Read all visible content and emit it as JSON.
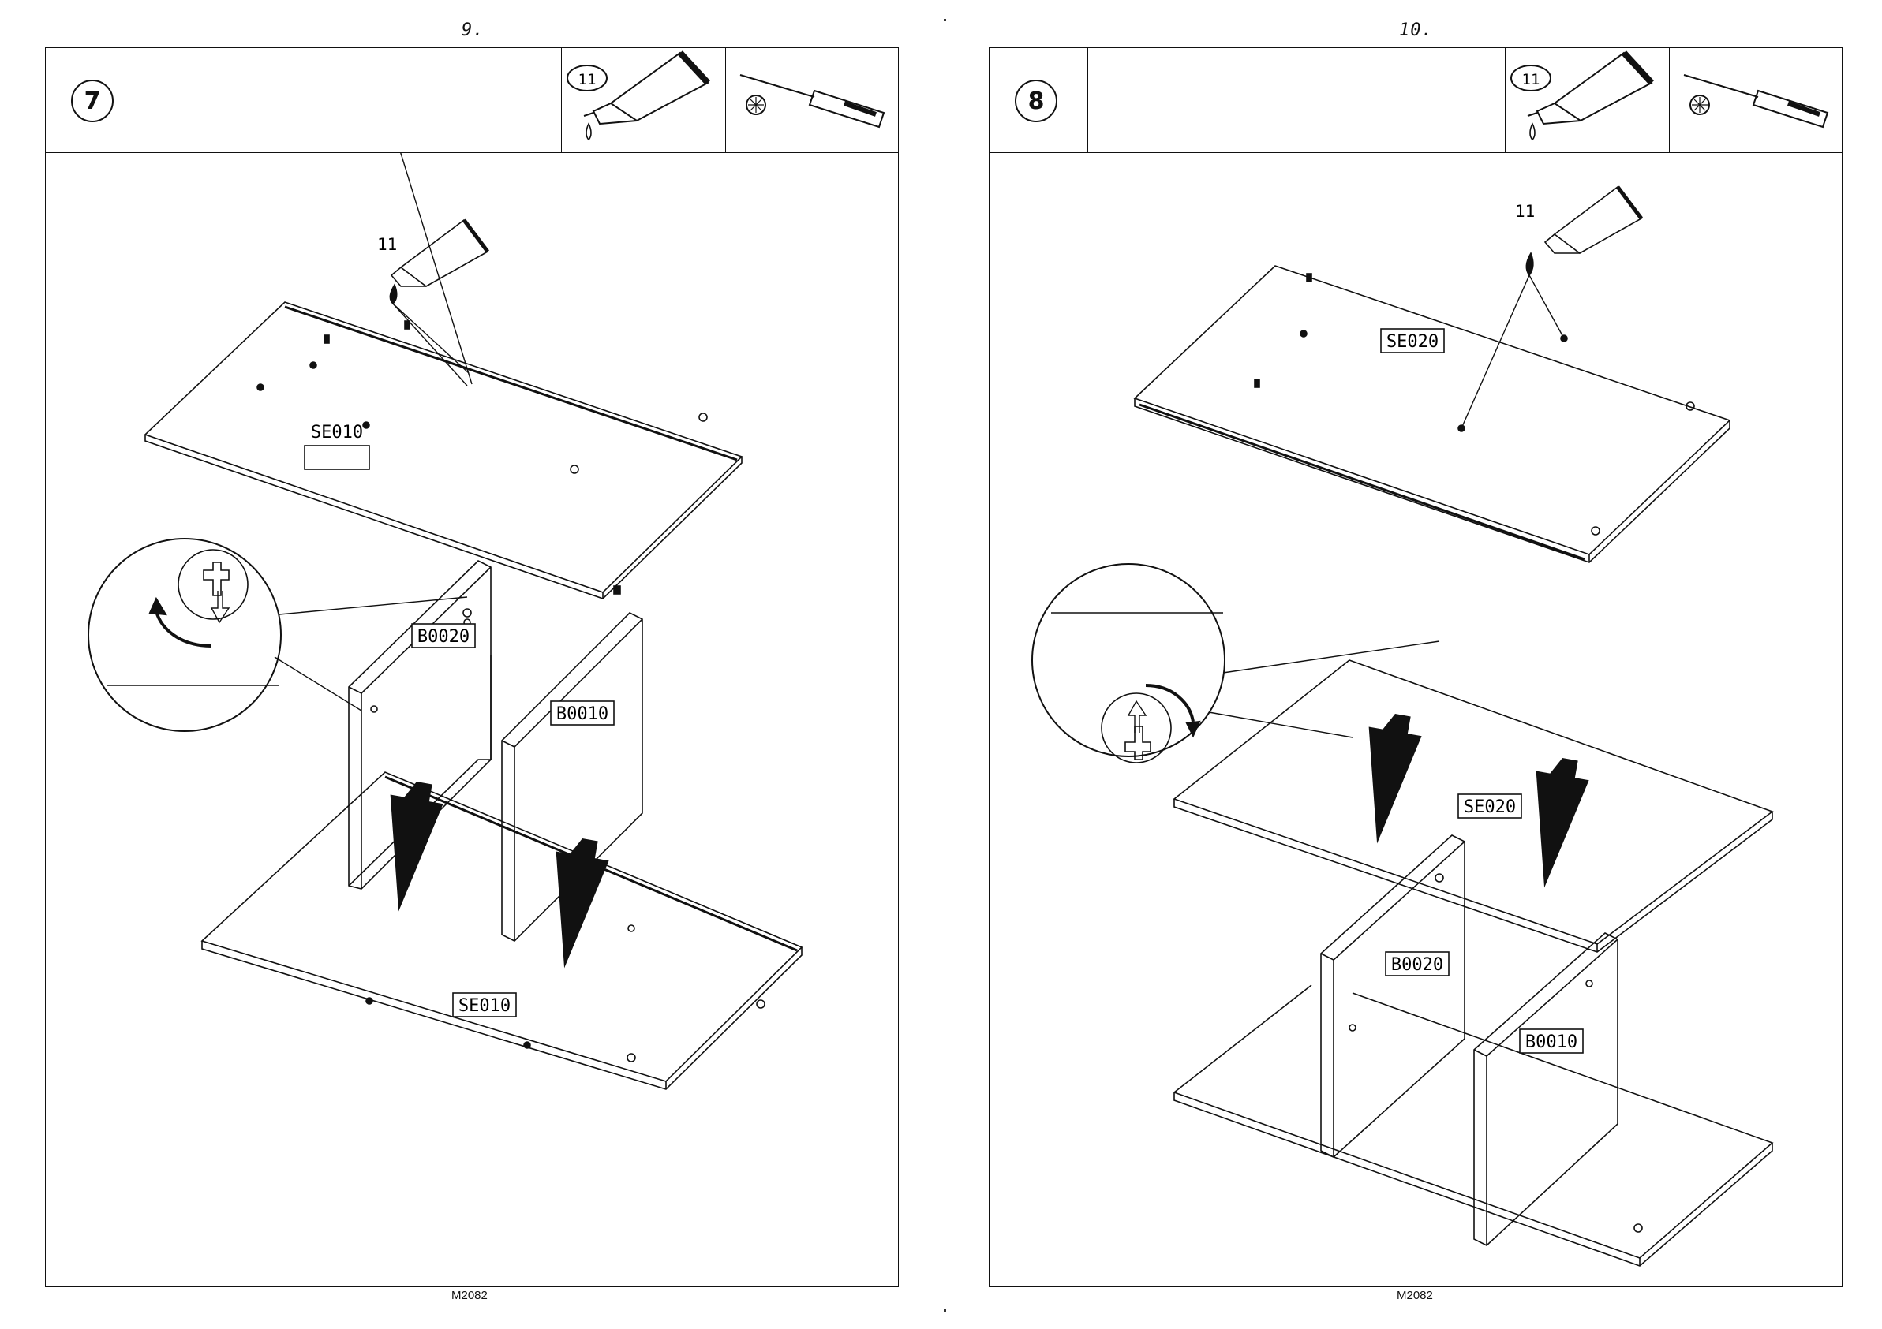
{
  "pages": [
    {
      "page_number": "9.",
      "step": "7",
      "glue_qty": "11",
      "glue_label": "11",
      "parts": {
        "top_panel": "SE010",
        "side_panel": "B0020",
        "divider_panel": "B0010",
        "bottom_panel": "SE010"
      },
      "model_code": "M2082"
    },
    {
      "page_number": "10.",
      "step": "8",
      "glue_qty": "11",
      "glue_label": "11",
      "parts": {
        "top_panel": "SE020",
        "upper_panel": "SE020",
        "side_panel": "B0020",
        "divider_panel": "B0010"
      },
      "model_code": "M2082"
    }
  ],
  "icons": {
    "glue": "glue-tube-icon",
    "screwdriver": "screwdriver-icon",
    "lock": "cam-lock-icon",
    "arrow": "down-arrow-icon"
  }
}
